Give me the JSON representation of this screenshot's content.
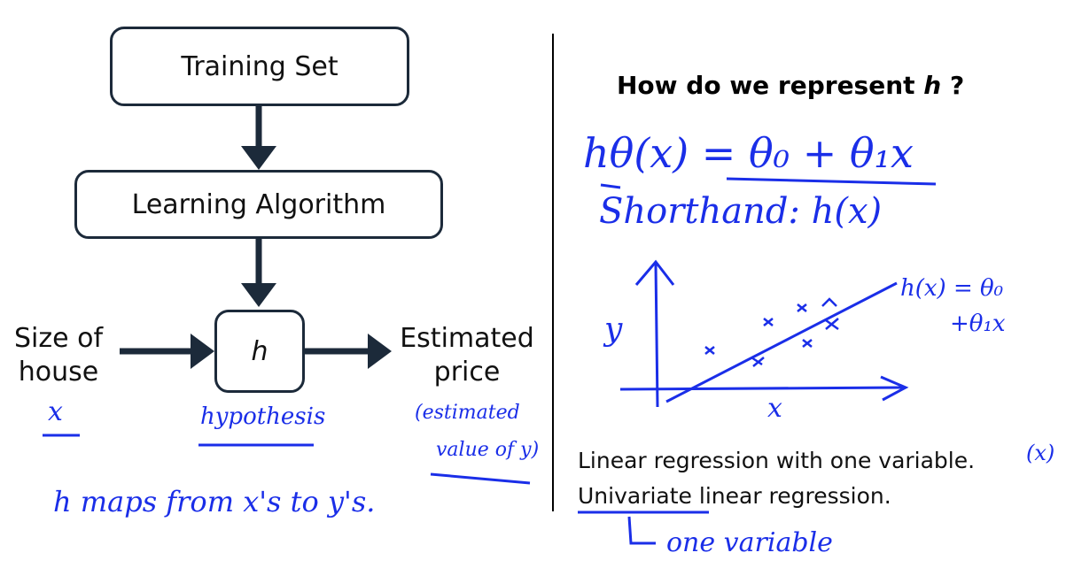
{
  "left": {
    "training_set": "Training Set",
    "learning_algorithm": "Learning Algorithm",
    "h_box": "h",
    "input_label_line1": "Size of",
    "input_label_line2": "house",
    "output_label_line1": "Estimated",
    "output_label_line2": "price",
    "note_x": "x",
    "note_hypothesis": "hypothesis",
    "note_estimated_line1": "(estimated",
    "note_estimated_line2": "value of y)",
    "note_maps": "h  maps from x's to y's."
  },
  "right": {
    "heading_prefix": "How do we represent ",
    "heading_var": "h",
    "heading_suffix": " ?",
    "formula": "hθ(x) = θ₀ + θ₁x",
    "shorthand": "Shorthand: h(x)",
    "graph_y": "y",
    "graph_x": "x",
    "graph_line_label_line1": "h(x) = θ₀",
    "graph_line_label_line2": "+θ₁x",
    "linear_regression": "Linear regression with one variable.",
    "note_x_paren": "(x)",
    "univariate": "Univariate linear regression.",
    "one_variable": "one variable"
  },
  "colors": {
    "box_border": "#1c2a3a",
    "ink_blue": "#1a2ee8"
  }
}
